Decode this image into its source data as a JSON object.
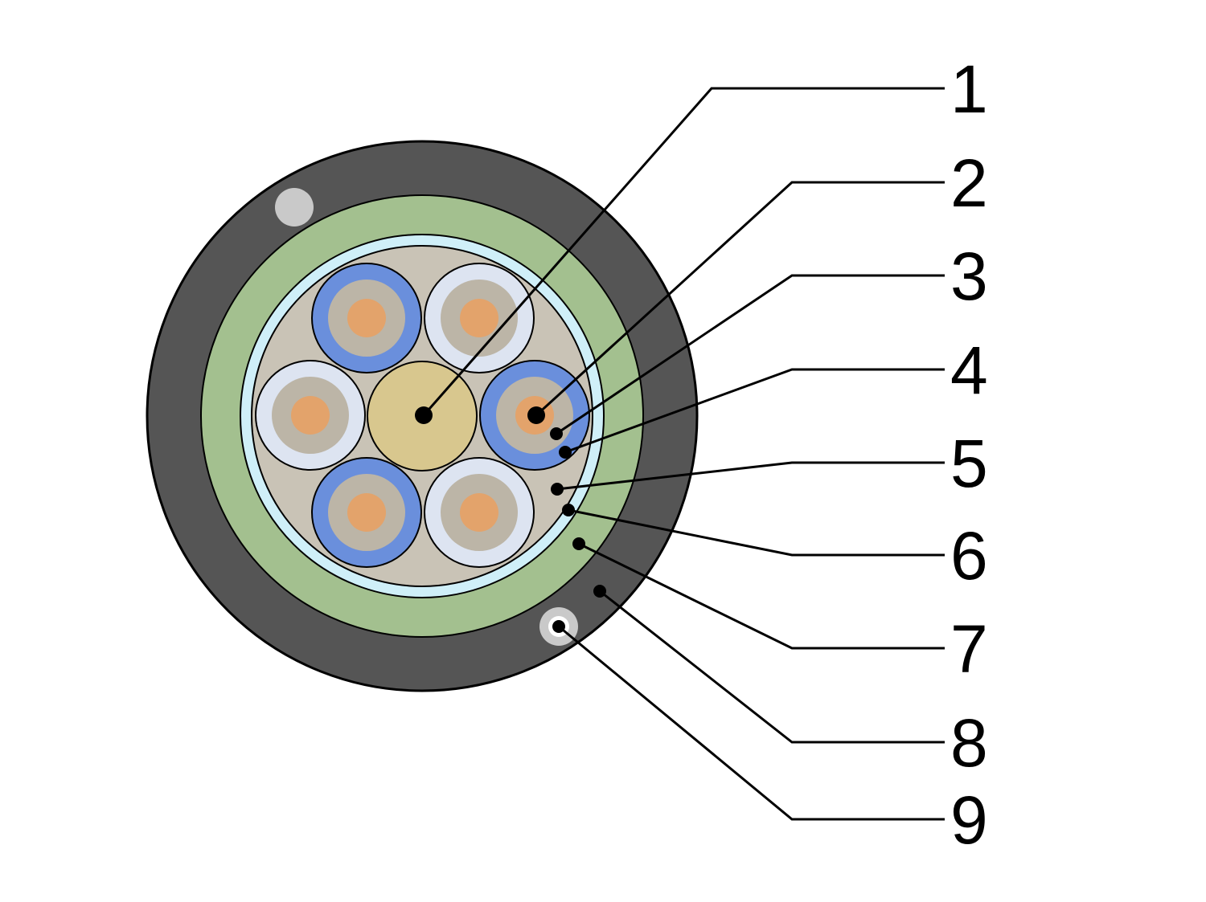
{
  "callouts": [
    {
      "label": "1",
      "part": "central-strength-member"
    },
    {
      "label": "2",
      "part": "optical-fiber"
    },
    {
      "label": "3",
      "part": "tube-gel"
    },
    {
      "label": "4",
      "part": "loose-tube"
    },
    {
      "label": "5",
      "part": "core-filler"
    },
    {
      "label": "6",
      "part": "wrapping-tape"
    },
    {
      "label": "7",
      "part": "inner-sheath"
    },
    {
      "label": "8",
      "part": "outer-sheath"
    },
    {
      "label": "9",
      "part": "ripcord"
    }
  ],
  "colors": {
    "outer_sheath": "#555555",
    "inner_sheath": "#a3c08f",
    "wrap_tape": "#cfeff8",
    "core_fill": "#c9c3b6",
    "central_member": "#d8c78e",
    "tube_blue": "#6a8fdc",
    "tube_light": "#dde4f1",
    "tube_gel": "#bcb5a7",
    "fiber": "#e3a36b",
    "ripcord_light": "#c9c9c9",
    "outline": "#000000"
  }
}
